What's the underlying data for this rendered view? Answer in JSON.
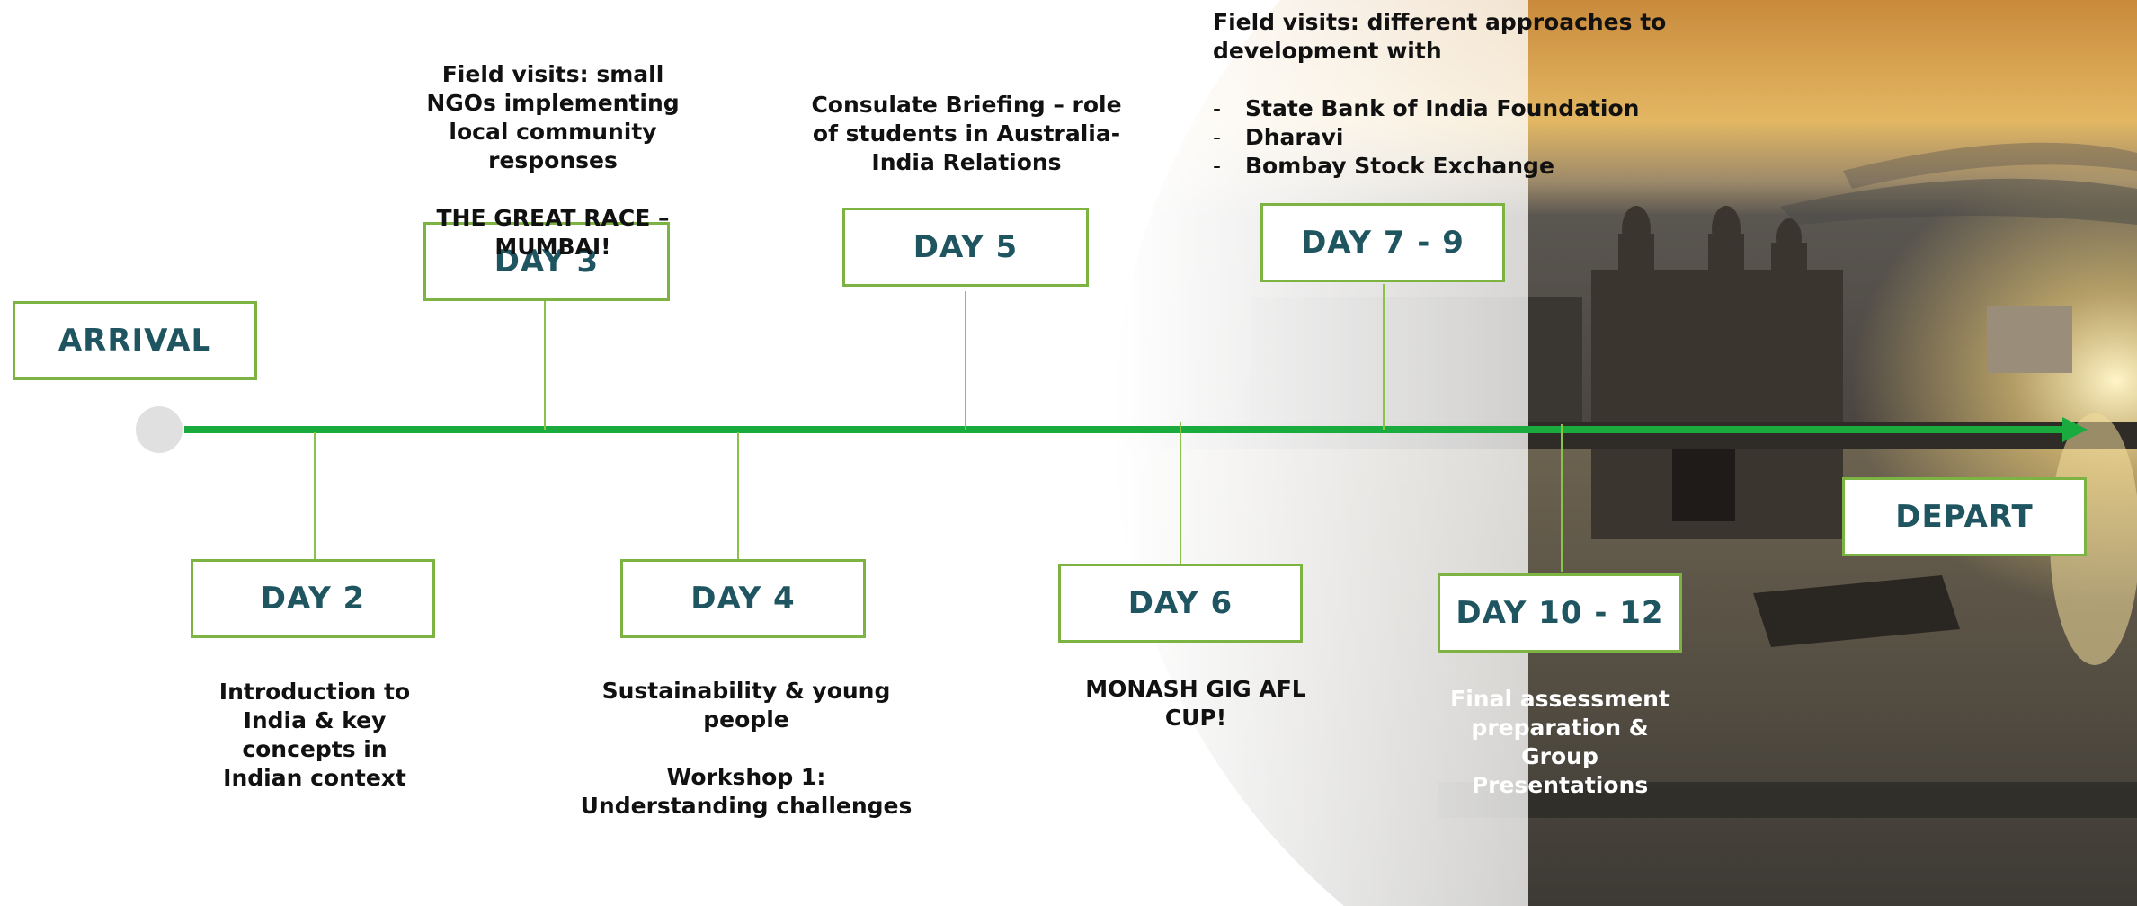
{
  "colors": {
    "timeline": "#1aab3f",
    "box_border": "#7cb342",
    "box_text": "#1f5560",
    "start_dot": "#e0e0e0"
  },
  "background": {
    "image": "Gateway of India at sunset"
  },
  "milestones": {
    "arrival": "ARRIVAL",
    "day2": "DAY 2",
    "day3": "DAY 3",
    "day4": "DAY 4",
    "day5": "DAY 5",
    "day6": "DAY 6",
    "day7_9": "DAY 7 - 9",
    "day10_12": "DAY 10 - 12",
    "depart": "DEPART"
  },
  "descriptions": {
    "day2": "Introduction to India & key concepts in Indian context",
    "day3": {
      "line1": "Field visits: small NGOs implementing local community responses",
      "line2": "THE GREAT RACE – MUMBAI!"
    },
    "day4": {
      "line1": "Sustainability & young people",
      "line2": "Workshop 1: Understanding challenges"
    },
    "day5": "Consulate Briefing – role of students in Australia-India Relations",
    "day6": "MONASH GIG AFL CUP!",
    "day7_9": {
      "intro": "Field visits: different approaches to development with",
      "items": [
        "State Bank of India Foundation",
        "Dharavi",
        "Bombay Stock Exchange"
      ]
    },
    "day10_12": "Final assessment preparation & Group Presentations"
  }
}
